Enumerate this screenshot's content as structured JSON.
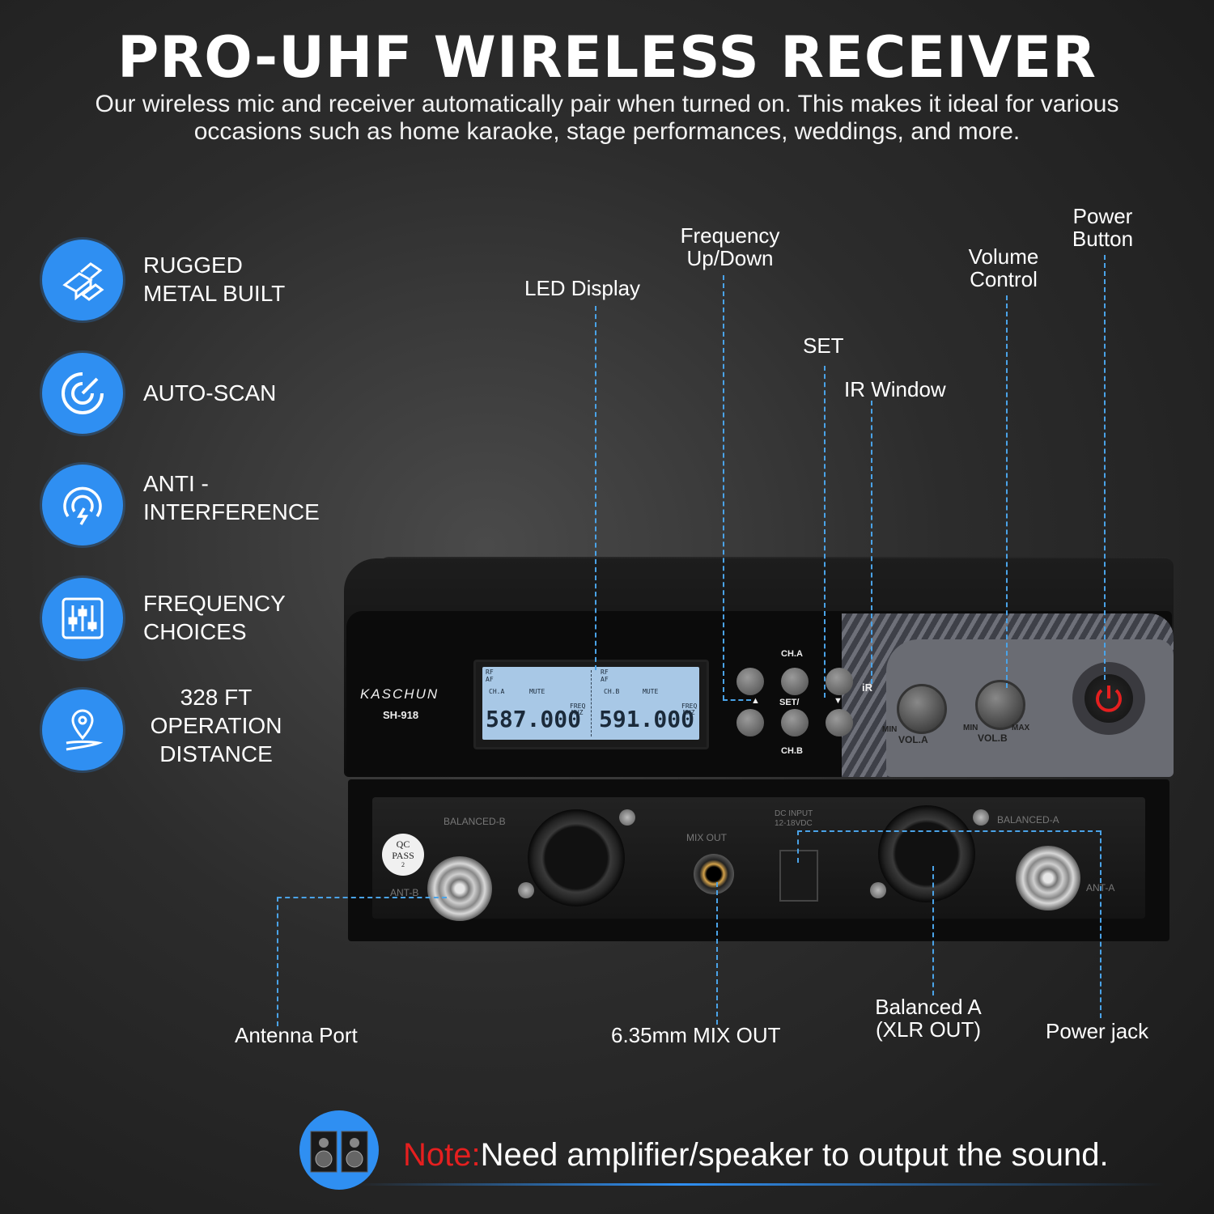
{
  "header": {
    "title": "PRO-UHF WIRELESS RECEIVER",
    "subtitle": "Our wireless mic and receiver automatically pair when turned on. This makes it ideal for various occasions such as home karaoke, stage performances, weddings, and more."
  },
  "features": [
    {
      "icon": "metal-bars-icon",
      "line1": "RUGGED",
      "line2": "METAL BUILT"
    },
    {
      "icon": "scan-icon",
      "line1": "AUTO-SCAN",
      "line2": ""
    },
    {
      "icon": "anti-interference-icon",
      "line1": "ANTI -",
      "line2": "INTERFERENCE"
    },
    {
      "icon": "sliders-icon",
      "line1": "FREQUENCY",
      "line2": "CHOICES"
    },
    {
      "icon": "location-icon",
      "line1": "328 FT",
      "line2": "OPERATION",
      "line3": "DISTANCE"
    }
  ],
  "callouts": {
    "led_display": "LED Display",
    "frequency_1": "Frequency",
    "frequency_2": "Up/Down",
    "set": "SET",
    "ir_window": "IR Window",
    "volume_1": "Volume",
    "volume_2": "Control",
    "power_1": "Power",
    "power_2": "Button",
    "antenna_port": "Antenna Port",
    "mix_out": "6.35mm MIX OUT",
    "balanced_1": "Balanced A",
    "balanced_2": "(XLR OUT)",
    "power_jack": "Power jack"
  },
  "device": {
    "brand": "KASCHUN",
    "model": "SH-918",
    "lcd_a_channel": "CH.A",
    "lcd_b_channel": "CH.B",
    "lcd_rf": "RF",
    "lcd_af": "AF",
    "lcd_mute": "MUTE",
    "lcd_freq": "FREQ",
    "lcd_mhz": "MHZ",
    "freq_a": "587.000",
    "freq_b": "591.000",
    "ch_a": "CH.A",
    "ch_b": "CH.B",
    "set_label": "SET/",
    "ir_label": "iR",
    "vol_a": "VOL.A",
    "vol_b": "VOL.B",
    "min": "MIN",
    "max": "MAX",
    "back_balanced_b": "BALANCED-B",
    "back_balanced_a": "BALANCED-A",
    "back_mix_out": "MIX OUT",
    "back_dc_input": "DC INPUT",
    "back_dc_voltage": "12-18VDC",
    "back_ant_b": "ANT-B",
    "back_ant_a": "ANT-A",
    "qc_1": "QC",
    "qc_2": "PASS",
    "qc_3": "2"
  },
  "note": {
    "label": "Note:",
    "text": "Need amplifier/speaker to output the sound."
  },
  "colors": {
    "accent_blue": "#2f8ff2",
    "note_red": "#e51f1f"
  }
}
